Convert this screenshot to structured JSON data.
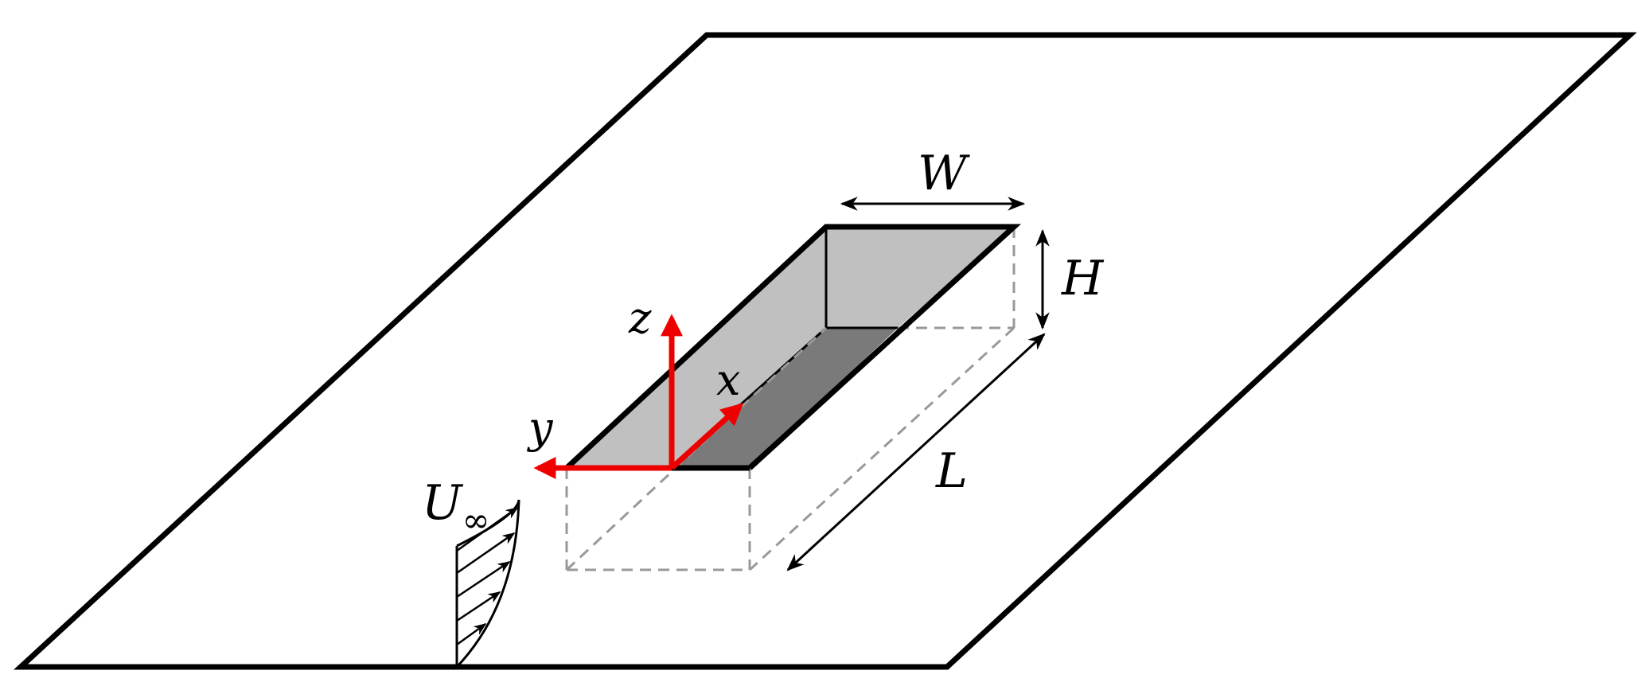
{
  "labels": {
    "width": "W",
    "height": "H",
    "length": "L",
    "freestream_main": "U",
    "freestream_sub": "∞"
  },
  "axes": {
    "x": "x",
    "y": "y",
    "z": "z"
  },
  "colors": {
    "axis": "#ee0000",
    "cavity_floor": "#7a7a7a",
    "cavity_walls": "#c0c0c0",
    "outline": "#000000",
    "hidden_edges": "#999999"
  }
}
